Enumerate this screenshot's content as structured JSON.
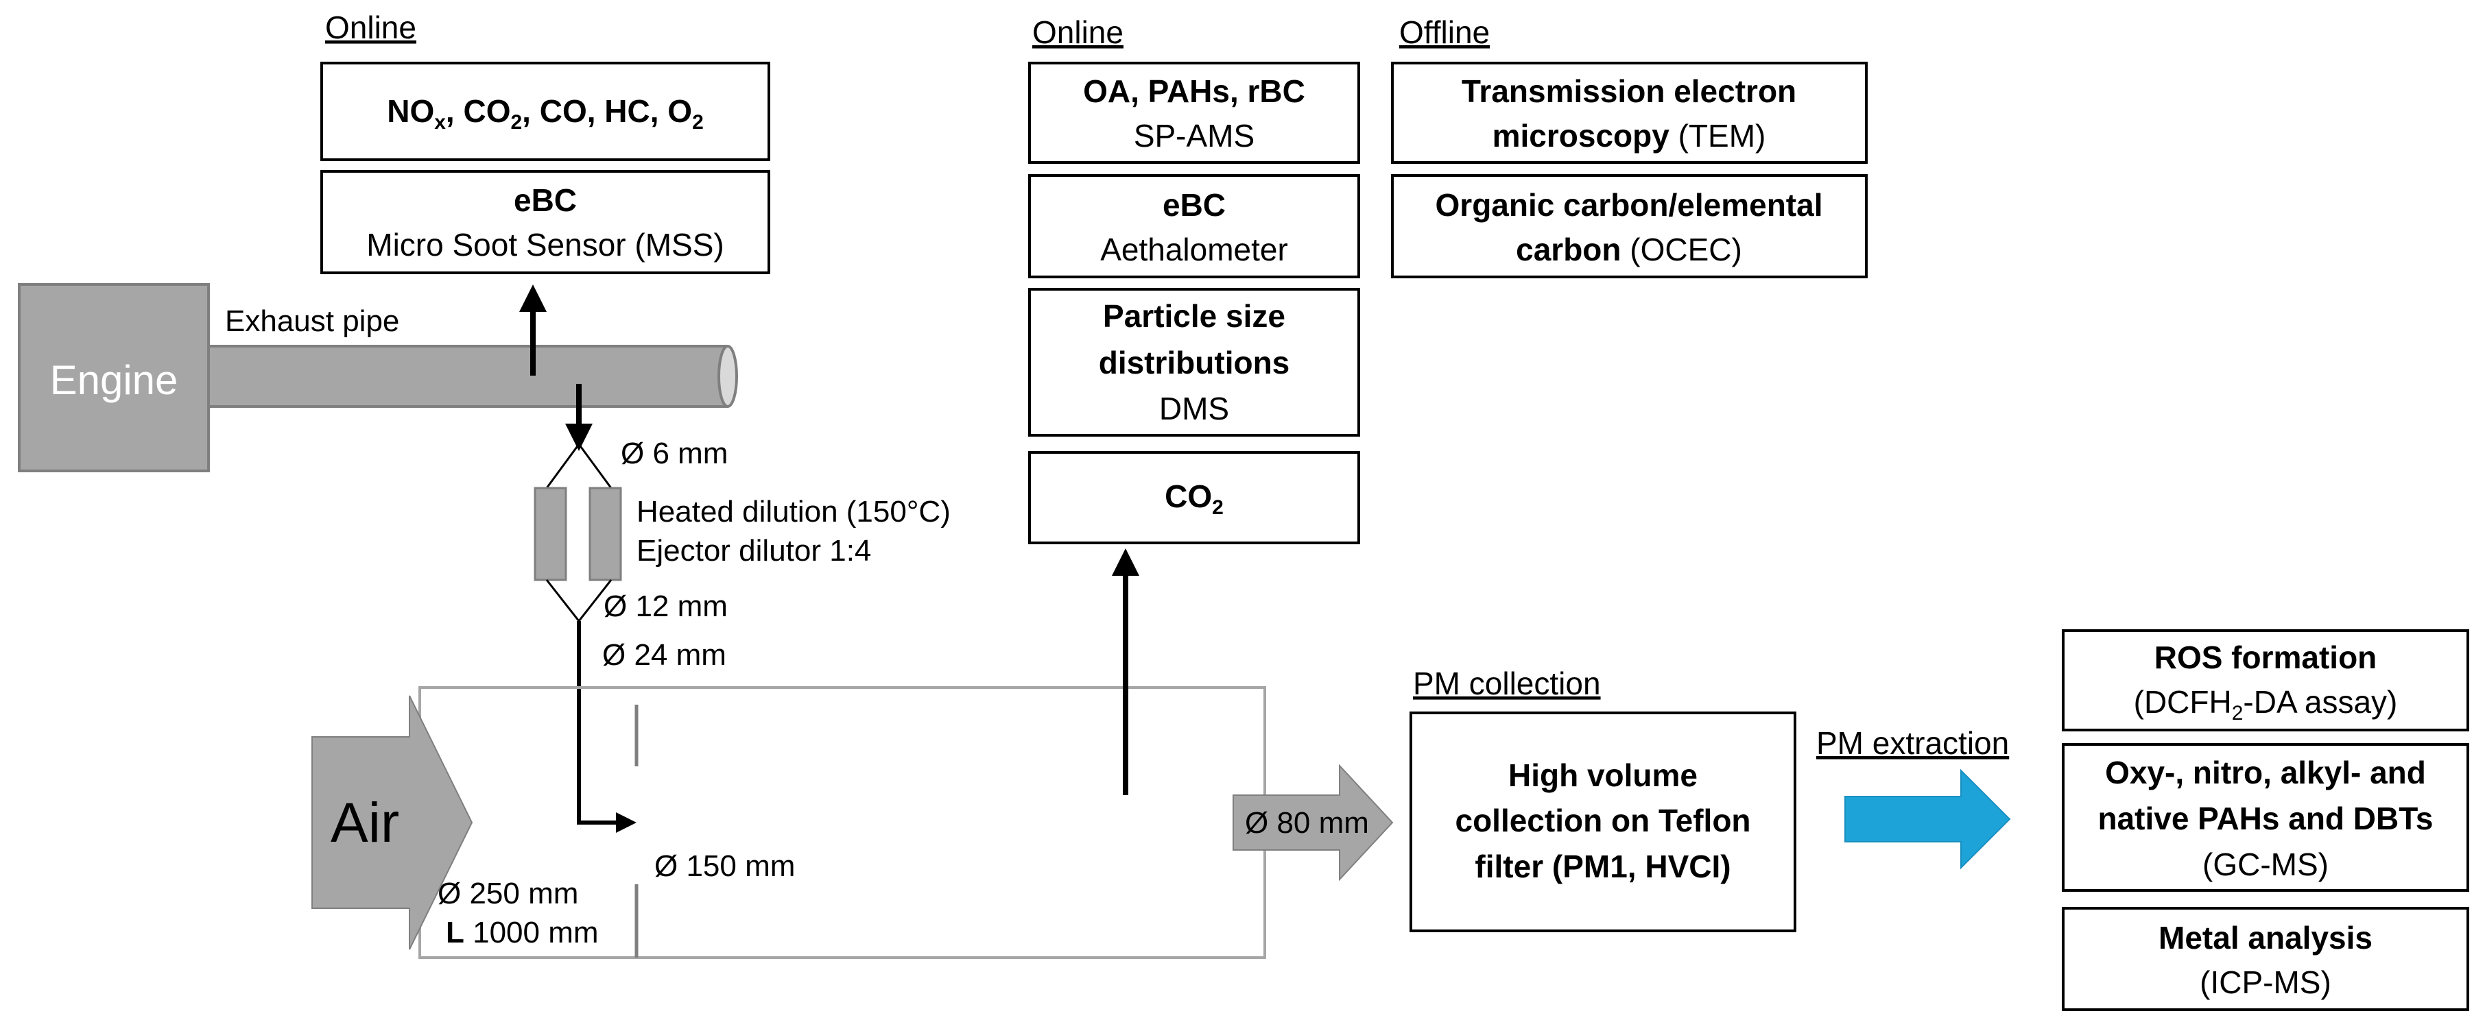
{
  "headers": {
    "online_left": "Online",
    "online_right": "Online",
    "offline": "Offline",
    "pm_collection": "PM collection",
    "pm_extraction": "PM extraction"
  },
  "engine_label": "Engine",
  "exhaust_label": "Exhaust pipe",
  "air_label": "Air",
  "gas_box": {
    "no": "NO",
    "no_sub": "x",
    "co2": ", CO",
    "co2_sub": "2",
    "rest": ", CO, HC, O",
    "o2_sub": "2"
  },
  "mss_box": {
    "title": "eBC",
    "desc": "Micro Soot Sensor (MSS)"
  },
  "dilution": {
    "d6": "Ø 6 mm",
    "heated": "Heated dilution (150°C)",
    "ejector": "Ejector dilutor 1:4",
    "d12": "Ø 12 mm",
    "d24": "Ø 24 mm",
    "d150": "Ø 150 mm",
    "tunnel_d": "Ø  250 mm",
    "tunnel_l_prefix": "L",
    "tunnel_l": " 1000 mm",
    "d80": "Ø 80 mm"
  },
  "spams_box": {
    "title": "OA, PAHs, rBC",
    "desc": "SP-AMS"
  },
  "aeth_box": {
    "title": "eBC",
    "desc": "Aethalometer"
  },
  "dms_box": {
    "title1": "Particle size",
    "title2": "distributions",
    "desc": "DMS"
  },
  "co2_box": {
    "title": "CO",
    "sub": "2"
  },
  "tem_box": {
    "line1": "Transmission  electron",
    "line2_bold": "microscopy",
    "line2_rest": " (TEM)"
  },
  "ocec_box": {
    "line1": "Organic carbon/elemental",
    "line2_bold": "carbon",
    "line2_rest": " (OCEC)"
  },
  "pm_box": {
    "line1": "High volume",
    "line2": "collection on Teflon",
    "line3": "filter (PM1, HVCI)"
  },
  "ros_box": {
    "title": "ROS formation",
    "desc_pre": "(DCFH",
    "desc_sub": "2",
    "desc_post": "-DA assay)"
  },
  "pah_box": {
    "line1": "Oxy-, nitro, alkyl- and",
    "line2": "native PAHs and DBTs",
    "desc": "(GC-MS)"
  },
  "metal_box": {
    "title": "Metal analysis",
    "desc": "(ICP-MS)"
  },
  "colors": {
    "gray": "#a6a6a6",
    "gray_stroke": "#7f7f7f",
    "blue": "#1ea3d8"
  }
}
